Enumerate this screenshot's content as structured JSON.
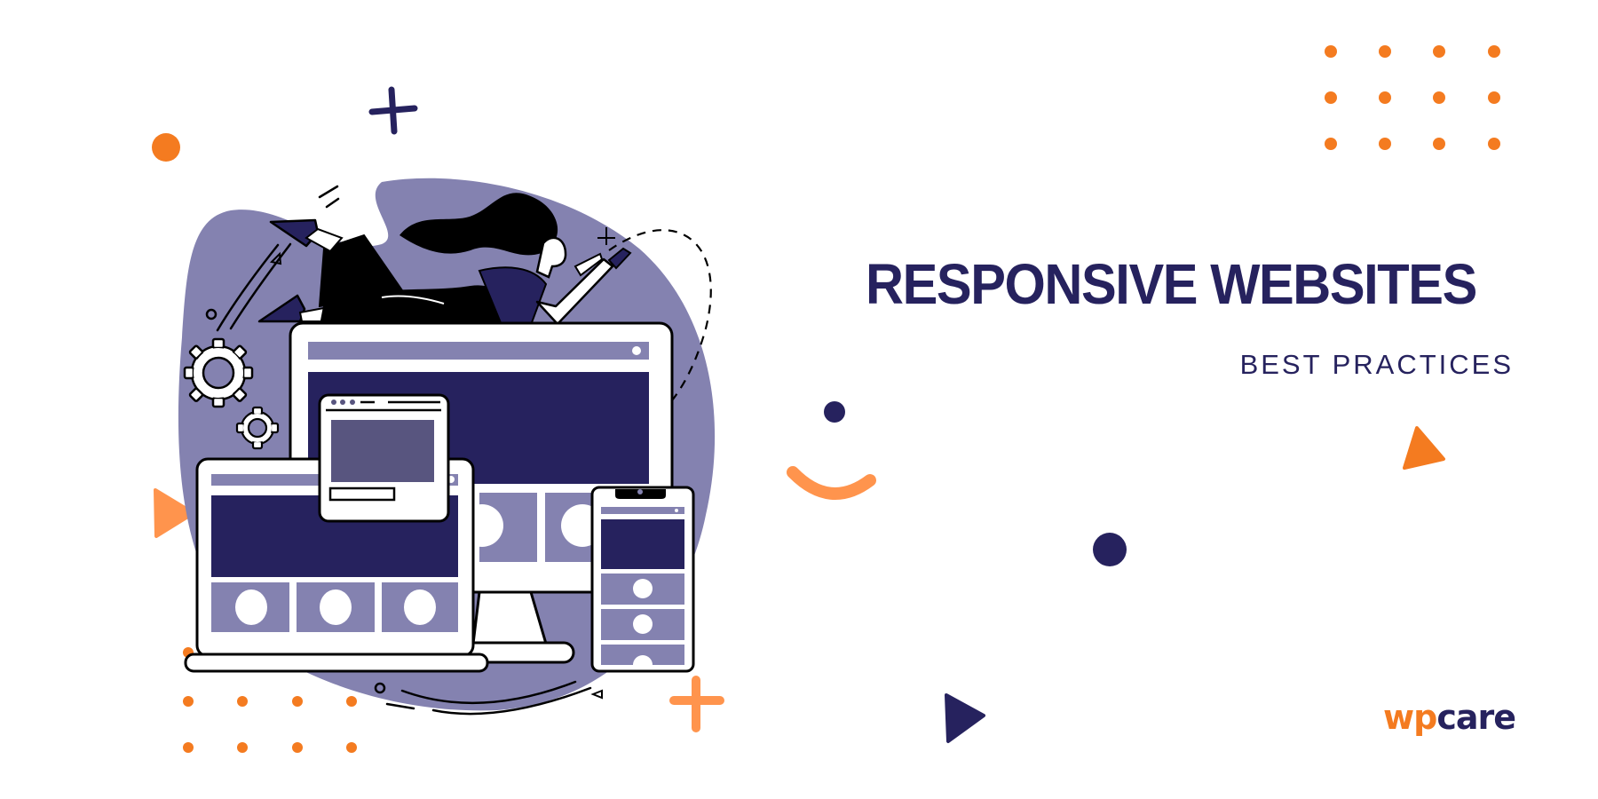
{
  "banner": {
    "title": "RESPONSIVE WEBSITES",
    "subtitle": "BEST PRACTICES"
  },
  "logo": {
    "part1": "wp",
    "part2": "care"
  },
  "illustration": {
    "subject": "woman lying on devices using phone",
    "devices": [
      "desktop-monitor",
      "laptop",
      "browser-window",
      "smartphone"
    ],
    "icons": [
      "gear-icon",
      "gear-icon"
    ]
  },
  "colors": {
    "navy": "#26225e",
    "orange": "#f47b20",
    "light_orange": "#ff944d",
    "lavender": "#8482b0",
    "muted_purple": "#58557f",
    "background": "#ffffff"
  }
}
